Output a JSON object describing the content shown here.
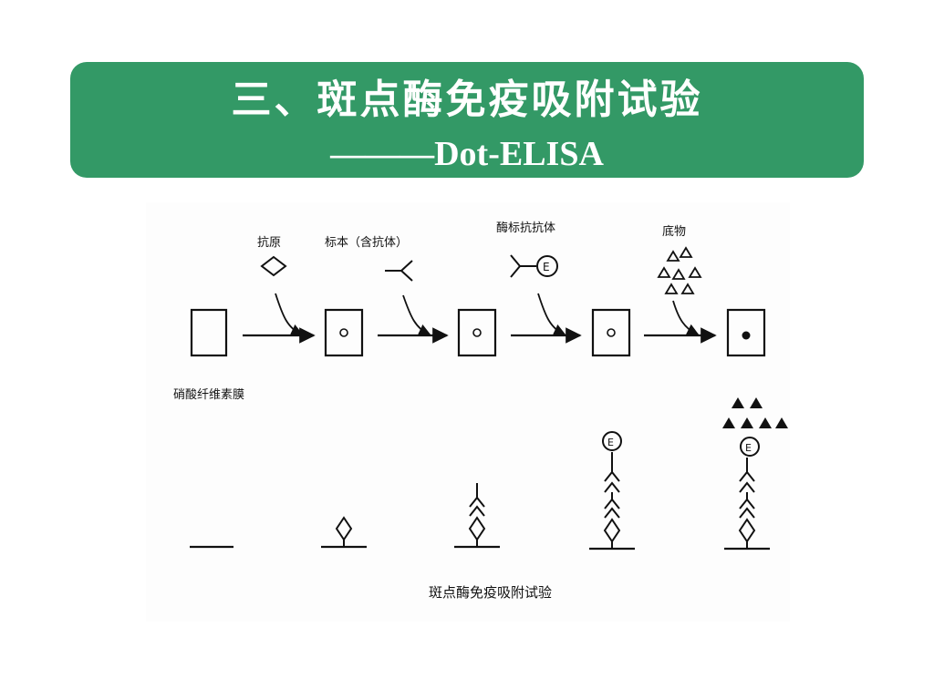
{
  "slide": {
    "title": "三、斑点酶免疫吸附试验",
    "subtitle": "———Dot-ELISA",
    "banner_color": "#339966"
  },
  "figure": {
    "labels": {
      "antigen": "抗原",
      "sample": "标本（含抗体）",
      "enzyme_antibody": "酶标抗抗体",
      "substrate": "底物",
      "membrane": "硝酸纤维素膜"
    },
    "caption": "斑点酶免疫吸附试验",
    "enzyme_letter": "E"
  }
}
